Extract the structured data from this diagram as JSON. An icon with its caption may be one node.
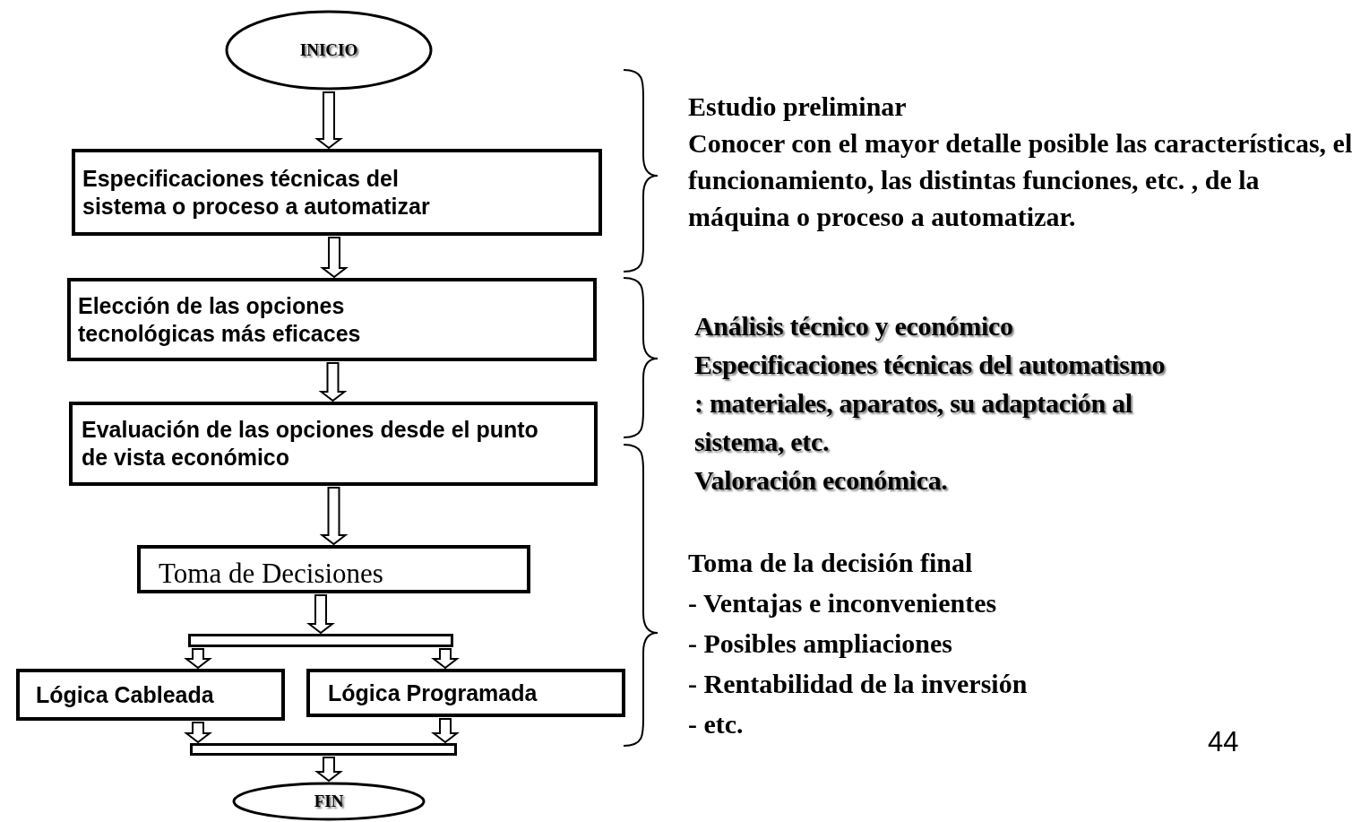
{
  "diagram": {
    "nodes": [
      {
        "text": [
          "INICIO"
        ]
      },
      {
        "text": [
          "Especificaciones técnicas del sistema o proceso a automatizar"
        ]
      },
      {
        "text": [
          "Elección de las opciones tecnológicas más eficaces"
        ]
      },
      {
        "text": [
          "Evaluación de las opciones desde el punto de vista económico"
        ]
      },
      {
        "text": [
          "Toma de Decisiones"
        ]
      },
      {
        "text": [],
        "shape": "bar"
      },
      {
        "text": [
          "Lógica Cableada"
        ]
      },
      {
        "text": [
          "Lógica Programada"
        ]
      },
      {
        "text": [],
        "shape": "bar"
      },
      {
        "text": [
          "FIN"
        ]
      }
    ],
    "edges": [
      {
        "from": 0,
        "to": 1,
        "arrow": "to"
      },
      {
        "from": 1,
        "to": 2,
        "arrow": "to"
      },
      {
        "from": 2,
        "to": 3,
        "arrow": "to"
      },
      {
        "from": 3,
        "to": 4,
        "arrow": "to"
      },
      {
        "from": 4,
        "to": 5,
        "arrow": "to"
      },
      {
        "from": 5,
        "to": 6,
        "arrow": "to"
      },
      {
        "from": 5,
        "to": 7,
        "arrow": "to"
      },
      {
        "from": 6,
        "to": 8,
        "arrow": "to"
      },
      {
        "from": 7,
        "to": 8,
        "arrow": "to"
      },
      {
        "from": 8,
        "to": 9,
        "arrow": "to"
      }
    ],
    "labels": [
      "Estudio preliminar",
      "Conocer con el mayor detalle posible las características, el funcionamiento, las distintas funciones, etc. , de la máquina o proceso a automatizar.",
      "Análisis técnico y económico",
      "Especificaciones técnicas del automatismo : materiales, aparatos, su adaptación al sistema, etc.",
      "Valoración económica.",
      "Toma de la decisión final",
      "- Ventajas e inconvenientes",
      "- Posibles ampliaciones",
      "- Rentabilidad de la inversión",
      "- etc.",
      "44"
    ]
  }
}
